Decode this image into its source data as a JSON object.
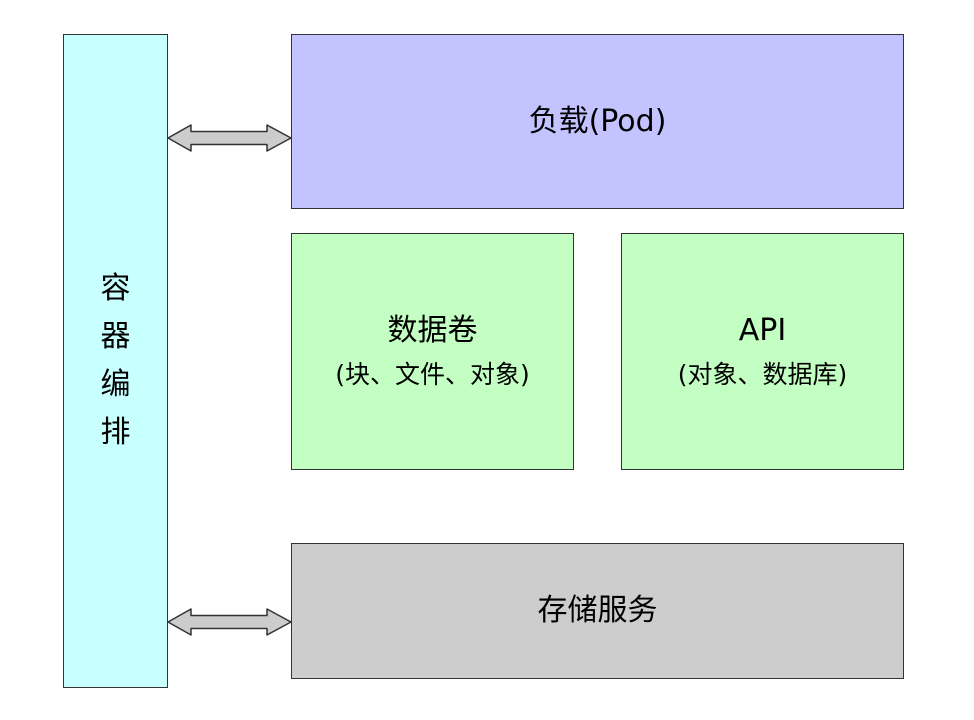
{
  "orchestration": {
    "chars": [
      "容",
      "器",
      "编",
      "排"
    ]
  },
  "workload": {
    "label": "负载(Pod)"
  },
  "volume": {
    "title": "数据卷",
    "subtitle": "(块、文件、对象)"
  },
  "api": {
    "title": "API",
    "subtitle": "(对象、数据库)"
  },
  "storage": {
    "label": "存储服务"
  },
  "colors": {
    "orchestration": "#c8ffff",
    "workload": "#c3c3ff",
    "volume": "#c3ffc3",
    "api": "#c3ffc3",
    "storage": "#cdcdcd",
    "arrow": "#cccccc",
    "border": "#333333"
  }
}
